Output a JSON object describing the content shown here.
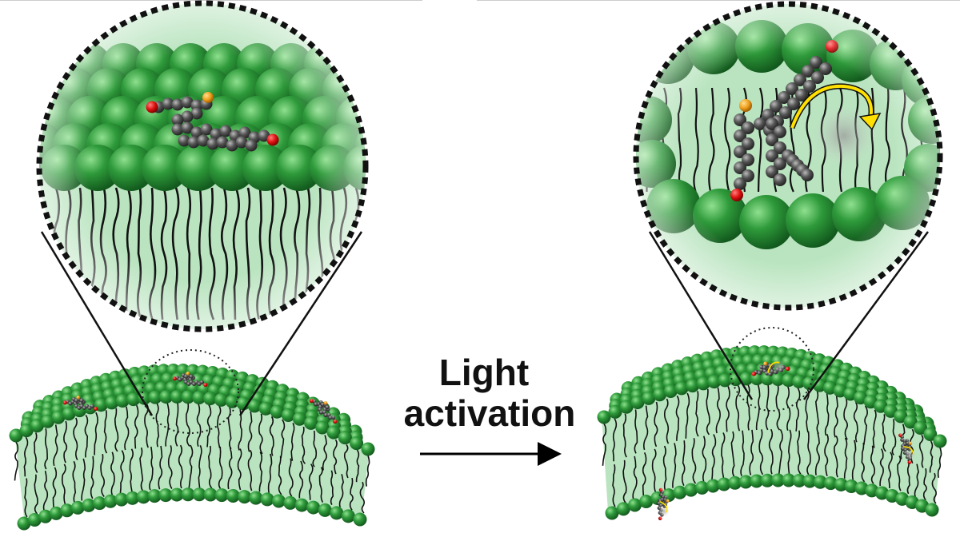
{
  "label": {
    "line1": "Light",
    "line2": "activation"
  },
  "colors": {
    "lipid_head": "#2e9a3a",
    "lipid_head_dark": "#12591d",
    "lipid_head_light": "#8fe08f",
    "membrane_fill": "#b9e4bf",
    "tail": "#111111",
    "carbon": "#555555",
    "oxygen": "#e01010",
    "sulfur": "#f0a020",
    "rotation_arrow": "#ffe000",
    "zoom_ring": "#111111",
    "reaction_arrow": "#000000"
  },
  "icons": {
    "left_panel": "membrane-before-activation",
    "right_panel": "membrane-after-activation",
    "molecular_motor": "molecular-motor-icon",
    "rotation": "rotation-arrow-icon"
  }
}
